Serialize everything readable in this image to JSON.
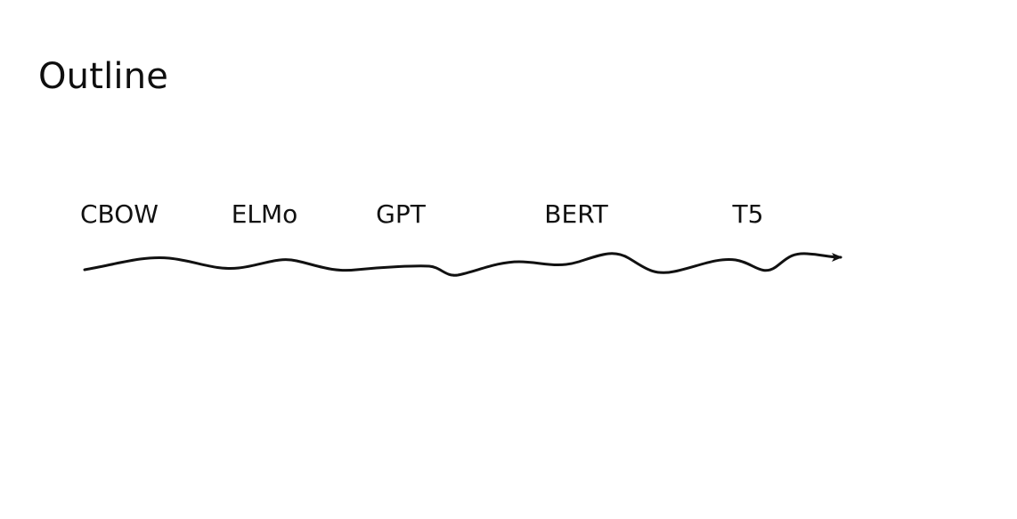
{
  "slide": {
    "title": "Outline",
    "timeline": {
      "items": [
        {
          "label": "CBOW"
        },
        {
          "label": "ELMo"
        },
        {
          "label": "GPT"
        },
        {
          "label": "BERT"
        },
        {
          "label": "T5"
        }
      ],
      "stroke_color": "#111111",
      "arrow-icon": "arrow-right-icon"
    }
  }
}
